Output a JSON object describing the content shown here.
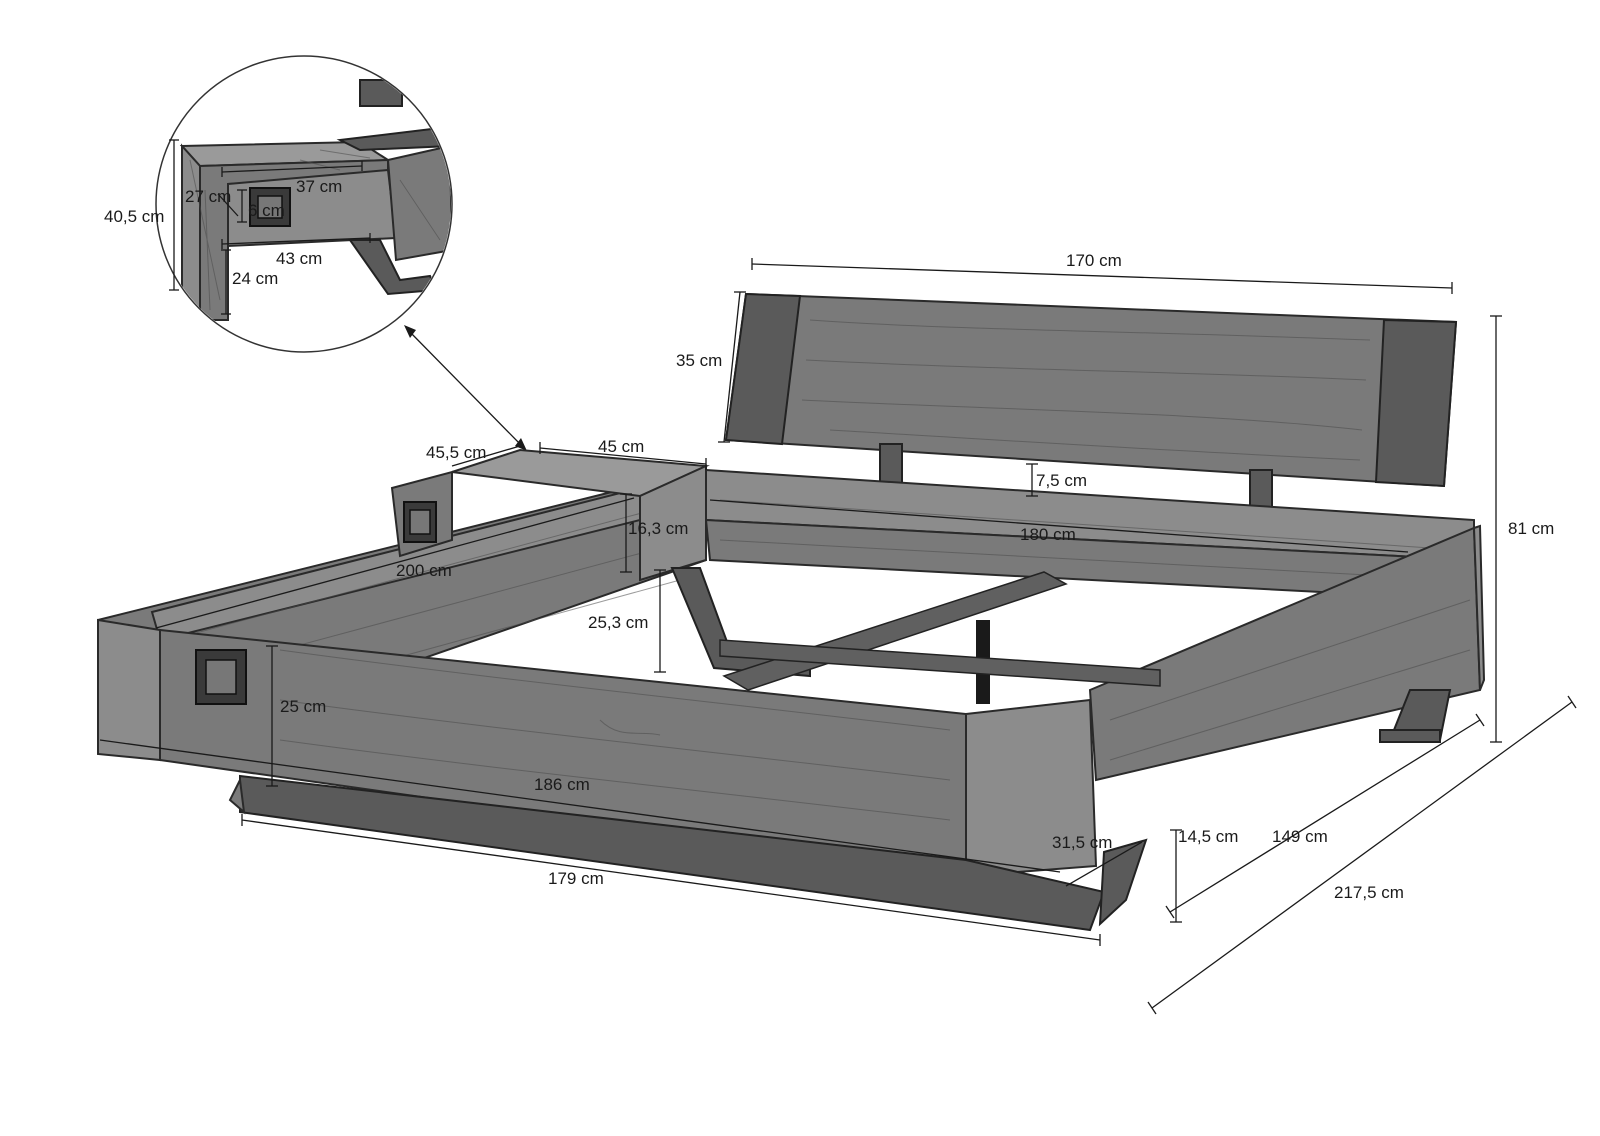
{
  "diagram": {
    "dimensions": {
      "headboard_width": "170 cm",
      "headboard_height": "35 cm",
      "headboard_gap": "7,5 cm",
      "total_height": "81 cm",
      "inner_width": "180 cm",
      "inner_length": "200 cm",
      "side_rail_height": "16,3 cm",
      "foot_clearance": "25,3 cm",
      "frame_height": "25 cm",
      "outer_length": "186 cm",
      "base_length": "179 cm",
      "leg_offset": "31,5 cm",
      "leg_height": "14,5 cm",
      "base_width": "149 cm",
      "total_length": "217,5 cm",
      "nightstand_depth": "45,5 cm",
      "nightstand_width": "45 cm",
      "detail_height": "40,5 cm",
      "detail_inner_width": "37 cm",
      "detail_drawer_height": "27 cm",
      "detail_handle": "6 cm",
      "detail_width": "43 cm",
      "detail_leg": "24 cm"
    }
  }
}
